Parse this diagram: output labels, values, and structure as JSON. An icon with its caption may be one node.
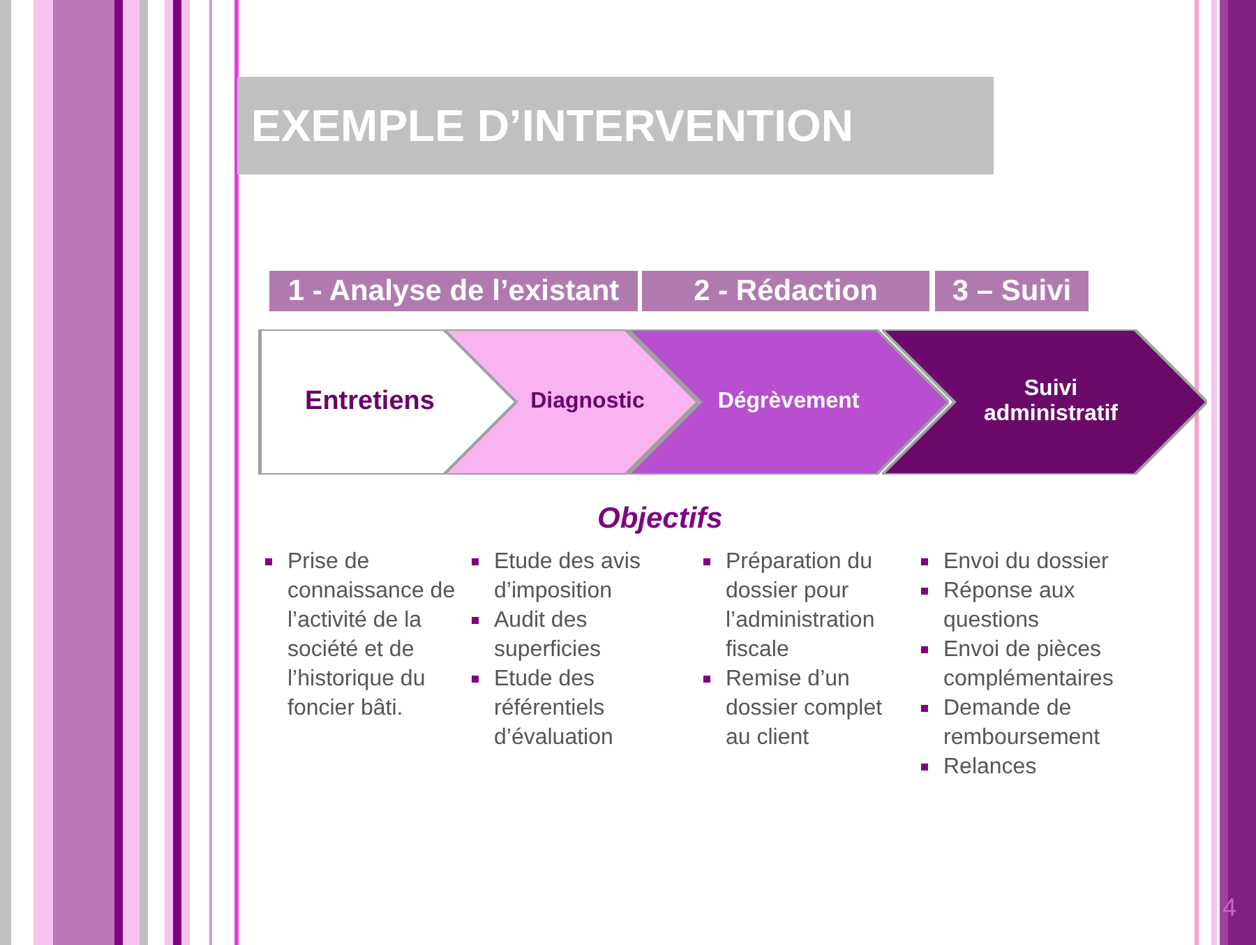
{
  "diagram": {
    "title": "EXEMPLE D’INTERVENTION",
    "nodes": [
      {
        "text": [
          "1 - Analyse de l’existant"
        ]
      },
      {
        "text": [
          "2 - Rédaction"
        ]
      },
      {
        "text": [
          "3 – Suivi"
        ]
      },
      {
        "text": [
          "Entretiens"
        ]
      },
      {
        "text": [
          "Diagnostic"
        ]
      },
      {
        "text": [
          "Dégrèvement"
        ]
      },
      {
        "text": [
          "Suivi administratif"
        ]
      }
    ],
    "labels": [
      "Objectifs",
      "Prise de connaissance de l’activité de la société et de l’historique du foncier bâti.",
      "Etude des avis d’imposition",
      "Audit des superficies",
      "Etude des référentiels d’évaluation",
      "Préparation du dossier pour l’administration fiscale",
      "Remise d’un dossier complet au client",
      "Envoi du dossier",
      "Réponse aux questions",
      "Envoi de pièces complémentaires",
      "Demande de remboursement",
      "Relances",
      "4"
    ]
  }
}
